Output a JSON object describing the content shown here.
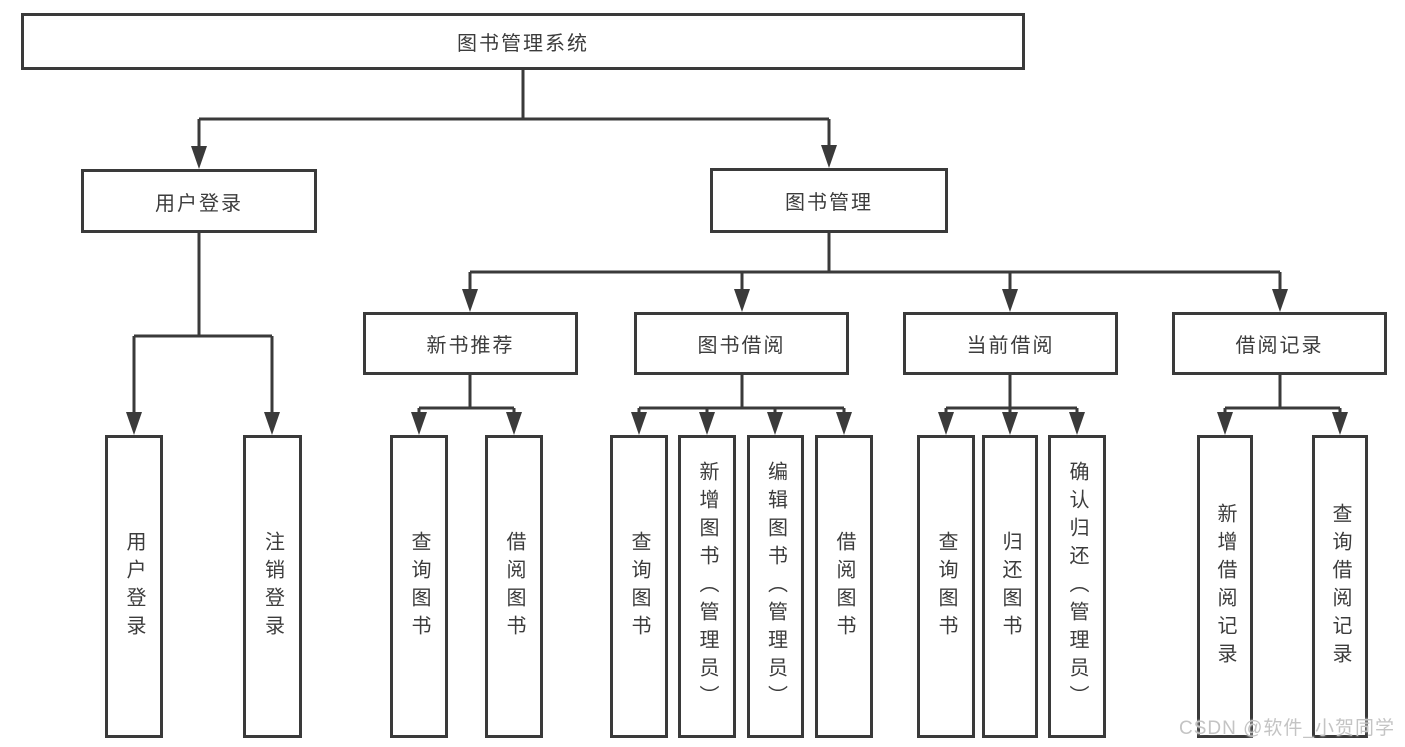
{
  "tree": {
    "label": "图书管理系统",
    "children": [
      {
        "label": "用户登录",
        "children": [
          {
            "label": "用户登录"
          },
          {
            "label": "注销登录"
          }
        ]
      },
      {
        "label": "图书管理",
        "children": [
          {
            "label": "新书推荐",
            "children": [
              {
                "label": "查询图书"
              },
              {
                "label": "借阅图书"
              }
            ]
          },
          {
            "label": "图书借阅",
            "children": [
              {
                "label": "查询图书"
              },
              {
                "label": "新增图书（管理员）"
              },
              {
                "label": "编辑图书（管理员）"
              },
              {
                "label": "借阅图书"
              }
            ]
          },
          {
            "label": "当前借阅",
            "children": [
              {
                "label": "查询图书"
              },
              {
                "label": "归还图书"
              },
              {
                "label": "确认归还（管理员）"
              }
            ]
          },
          {
            "label": "借阅记录",
            "children": [
              {
                "label": "新增借阅记录"
              },
              {
                "label": "查询借阅记录"
              }
            ]
          }
        ]
      }
    ]
  },
  "watermark": "CSDN @软件_小贺同学",
  "colors": {
    "line": "#3a3a3a",
    "box_border": "#3a3a3a",
    "box_fill": "#ffffff",
    "text": "#3c3c3c",
    "watermark": "#c4c4c4",
    "background": "#ffffff"
  }
}
